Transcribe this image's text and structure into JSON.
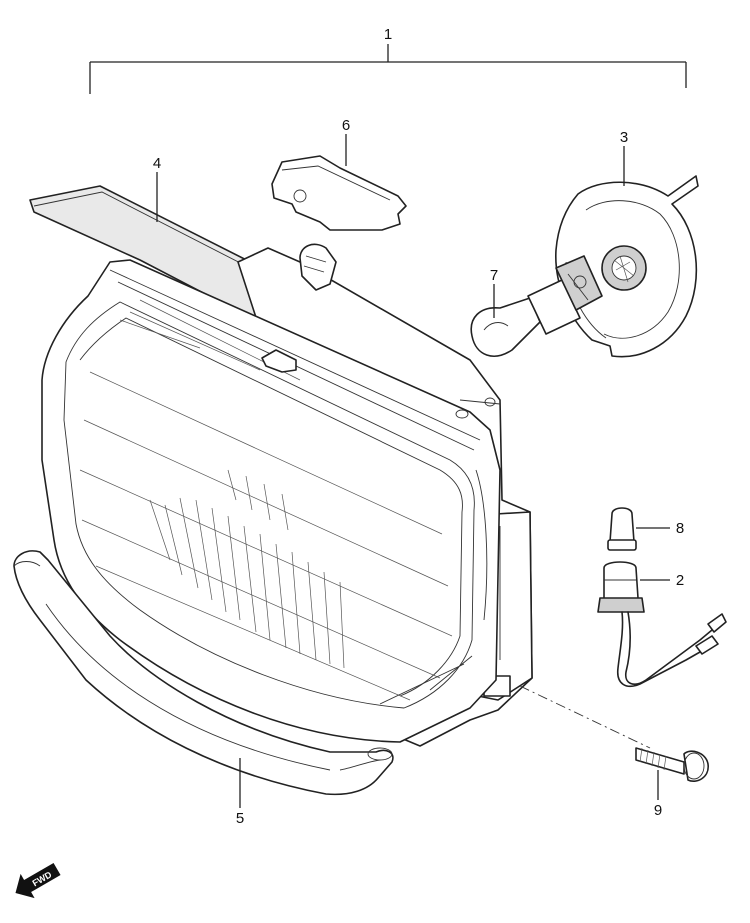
{
  "callouts": {
    "assembly": "1",
    "socket": "2",
    "bulb_cover": "3",
    "visor": "4",
    "lower_trim": "5",
    "dust_cover": "6",
    "bulb": "7",
    "position_bulb": "8",
    "screw": "9"
  },
  "fwd_label": "FWD"
}
